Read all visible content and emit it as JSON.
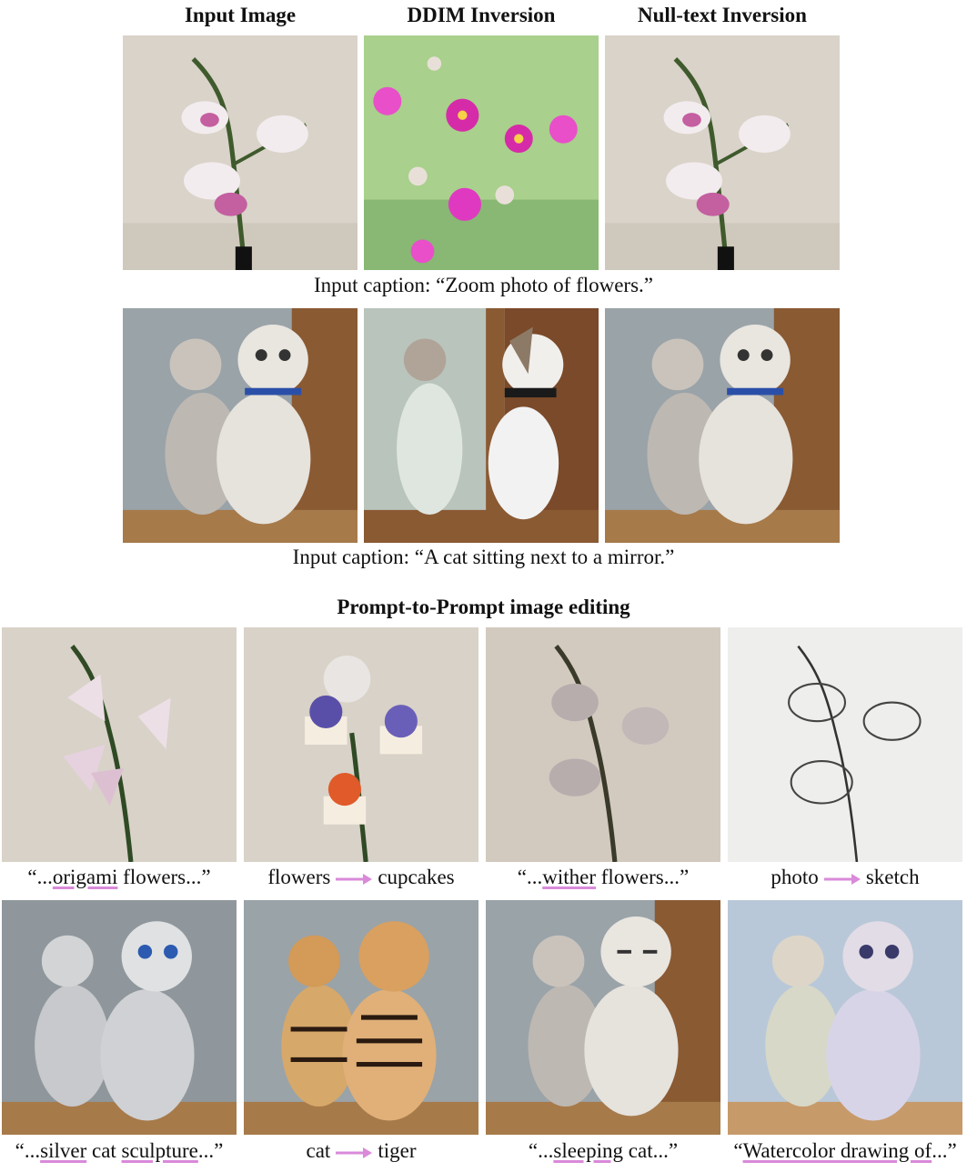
{
  "headers": {
    "input": "Input Image",
    "ddim": "DDIM Inversion",
    "nulltext": "Null-text Inversion"
  },
  "captions": {
    "flowers": "Input caption: “Zoom photo of flowers.”",
    "cat": "Input caption: “A cat sitting next to a mirror.”"
  },
  "section_title": "Prompt-to-Prompt image editing",
  "edit_captions": {
    "origami": {
      "open": "“...",
      "word": "origami",
      "rest": " flowers...”"
    },
    "cupcakes": {
      "from": "flowers",
      "to": "cupcakes"
    },
    "wither": {
      "open": "“...",
      "word": "wither",
      "rest": " flowers...”"
    },
    "sketch": {
      "from": "photo",
      "to": "sketch"
    },
    "silver": {
      "open": "“...",
      "word1": "silver",
      "mid": " cat ",
      "word2": "sculpture",
      "rest": "...”"
    },
    "tiger": {
      "from": "cat",
      "to": "tiger"
    },
    "sleeping": {
      "open": "“...",
      "word": "sleeping",
      "rest": " cat...”"
    },
    "watercolor": {
      "open": "“",
      "word": "Watercolor drawing of",
      "rest": "...”"
    }
  },
  "colors": {
    "highlight": "#d98ad9",
    "arrow": "#d98ad9"
  }
}
